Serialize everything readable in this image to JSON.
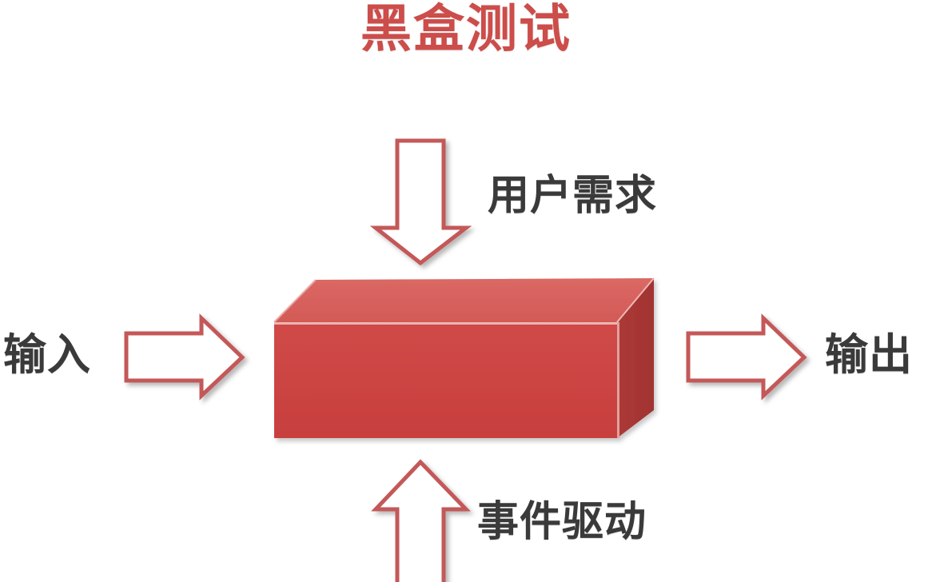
{
  "title": "黑盒测试",
  "diagram": {
    "type": "black-box-testing",
    "box_label": "",
    "colors": {
      "title": "#cc4d4a",
      "box_front": "#cc4443",
      "box_top": "#d9605c",
      "box_side": "#a83734",
      "box_edge": "#e8b0ad",
      "arrow_stroke": "#c45858",
      "arrow_fill": "#ffffff",
      "label_text": "#3a3a3a",
      "background": "#ffffff"
    },
    "labels": {
      "input": "输入",
      "output": "输出",
      "top": "用户需求",
      "bottom": "事件驱动"
    },
    "arrows": [
      {
        "name": "input-arrow",
        "direction": "right",
        "label": "输入"
      },
      {
        "name": "output-arrow",
        "direction": "right",
        "label": "输出"
      },
      {
        "name": "requirements-arrow",
        "direction": "down",
        "label": "用户需求"
      },
      {
        "name": "event-arrow",
        "direction": "up",
        "label": "事件驱动"
      }
    ]
  }
}
